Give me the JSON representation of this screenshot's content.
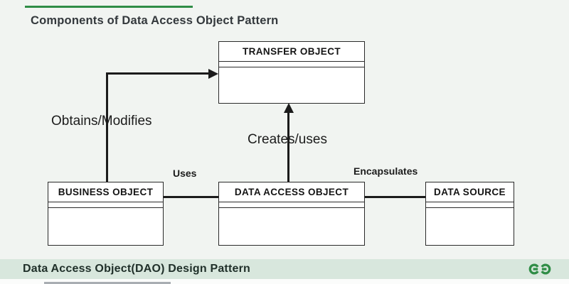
{
  "header": {
    "title": "Components of Data Access Object Pattern"
  },
  "diagram": {
    "boxes": [
      {
        "id": "transfer-object",
        "label": "TRANSFER OBJECT"
      },
      {
        "id": "business-object",
        "label": "BUSINESS OBJECT"
      },
      {
        "id": "data-access-object",
        "label": "DATA ACCESS OBJECT"
      },
      {
        "id": "data-source",
        "label": "DATA SOURCE"
      }
    ],
    "edges": [
      {
        "from": "business-object",
        "to": "transfer-object",
        "label": "Obtains/Modifies",
        "arrow": "right"
      },
      {
        "from": "data-access-object",
        "to": "transfer-object",
        "label": "Creates/uses",
        "arrow": "up"
      },
      {
        "from": "business-object",
        "to": "data-access-object",
        "label": "Uses",
        "arrow": "none"
      },
      {
        "from": "data-access-object",
        "to": "data-source",
        "label": "Encapsulates",
        "arrow": "none"
      }
    ]
  },
  "footer": {
    "title": "Data Access Object(DAO) Design Pattern",
    "logo_icon": "geeksforgeeks-logo"
  },
  "colors": {
    "accent": "#2f8d46",
    "background": "#f1f4f1",
    "footer_band": "#d8e7dd",
    "line": "#1b1b1b",
    "box_border": "#2a2a2a",
    "box_fill": "#ffffff"
  }
}
